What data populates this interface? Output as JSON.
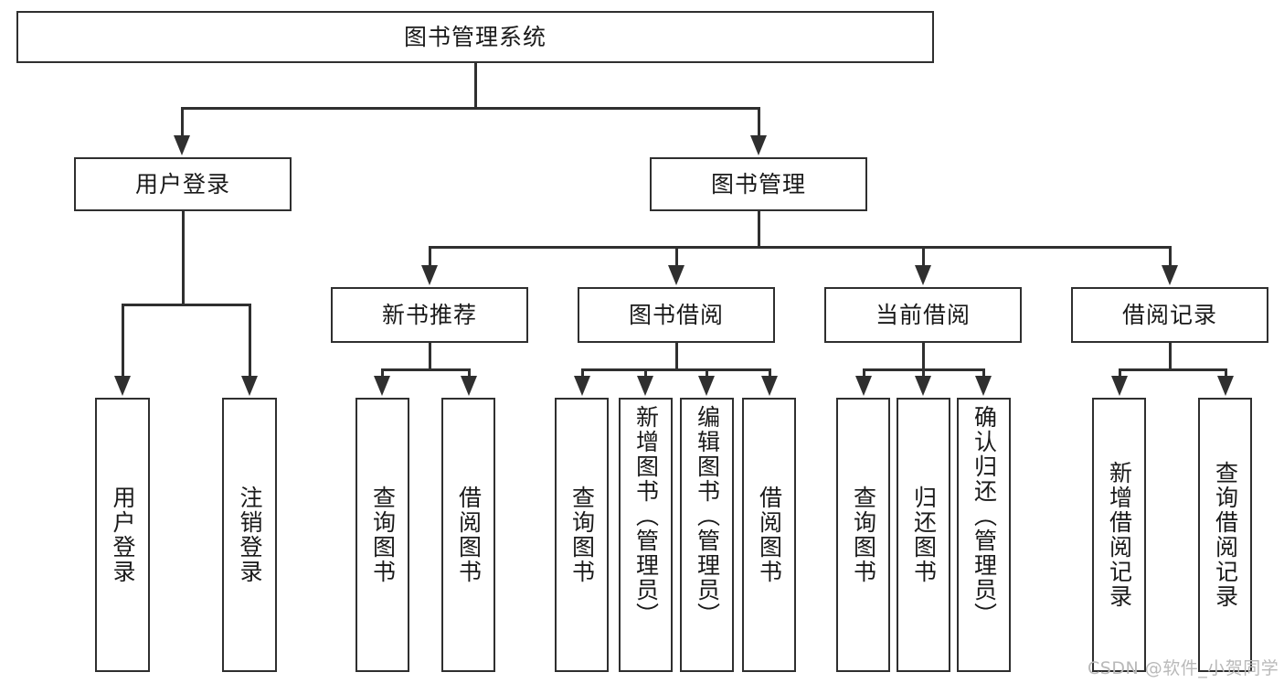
{
  "diagram": {
    "type": "tree-hierarchy",
    "title": "图书管理系统",
    "root": {
      "label": "图书管理系统"
    },
    "level1": [
      {
        "label": "用户登录"
      },
      {
        "label": "图书管理"
      }
    ],
    "level2": [
      {
        "label": "新书推荐"
      },
      {
        "label": "图书借阅"
      },
      {
        "label": "当前借阅"
      },
      {
        "label": "借阅记录"
      }
    ],
    "leaves": {
      "user_login": [
        {
          "label": "用户登录"
        },
        {
          "label": "注销登录"
        }
      ],
      "new_book_recommend": [
        {
          "label": "查询图书"
        },
        {
          "label": "借阅图书"
        }
      ],
      "book_borrow": [
        {
          "label": "查询图书"
        },
        {
          "label": "新增图书（管理员）"
        },
        {
          "label": "编辑图书（管理员）"
        },
        {
          "label": "借阅图书"
        }
      ],
      "current_borrow": [
        {
          "label": "查询图书"
        },
        {
          "label": "归还图书"
        },
        {
          "label": "确认归还（管理员）"
        }
      ],
      "borrow_record": [
        {
          "label": "新增借阅记录"
        },
        {
          "label": "查询借阅记录"
        }
      ]
    }
  },
  "watermark": {
    "text": "CSDN @软件_小贺同学"
  },
  "colors": {
    "stroke": "#2f2f2f",
    "background": "#ffffff",
    "text": "#1a1a1a",
    "watermark": "#b9b9b9"
  }
}
